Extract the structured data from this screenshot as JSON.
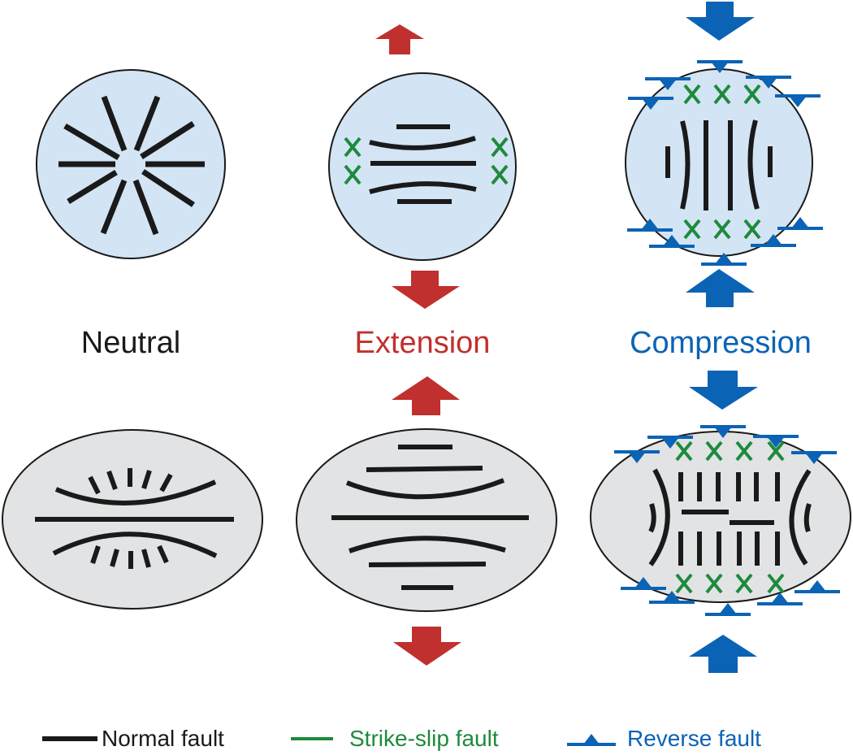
{
  "colors": {
    "normal": "#1a1a1a",
    "strike_slip": "#1e8a3c",
    "reverse": "#0b63b5",
    "extension": "#c0302e",
    "neutral_text": "#1a1a1a",
    "circle_fill": "#d3e4f4",
    "ellipse_fill": "#e1e3e5"
  },
  "regimes": [
    {
      "id": "neutral",
      "label": "Neutral"
    },
    {
      "id": "extension",
      "label": "Extension"
    },
    {
      "id": "compression",
      "label": "Compression"
    }
  ],
  "legend": [
    {
      "symbol": "normal-fault-line",
      "label": "Normal fault"
    },
    {
      "symbol": "strike-slip-fault-line",
      "label": "Strike-slip fault"
    },
    {
      "symbol": "reverse-fault-line",
      "label": "Reverse fault"
    }
  ]
}
